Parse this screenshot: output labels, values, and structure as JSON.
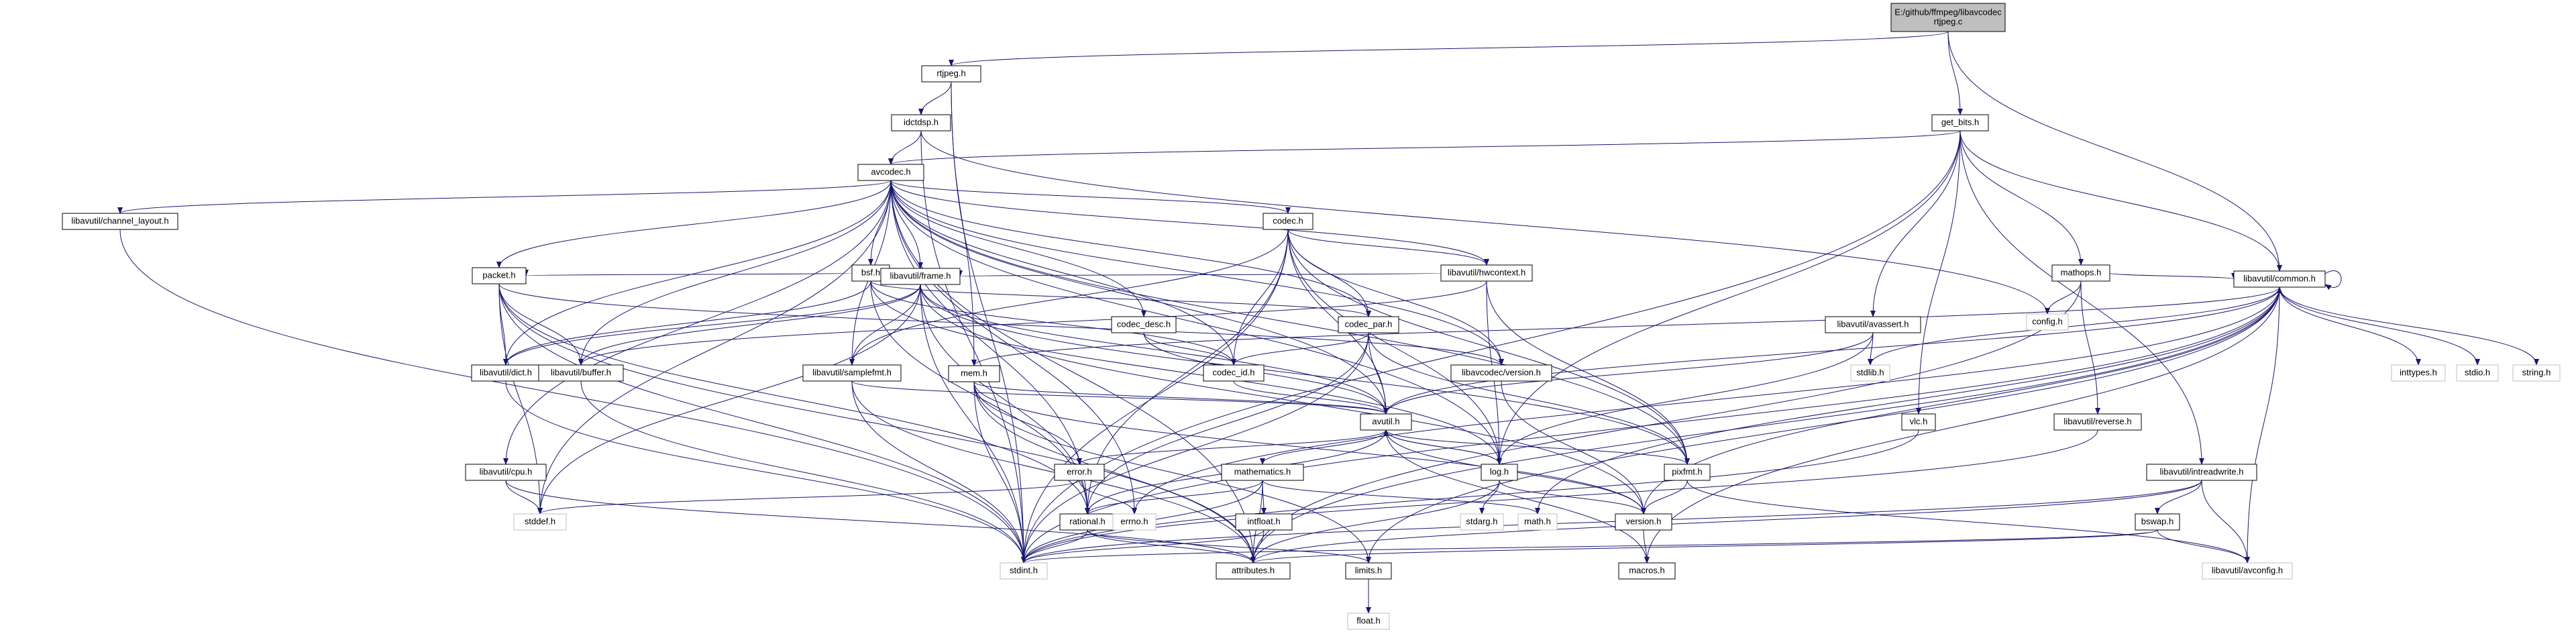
{
  "graph": {
    "title": "E:/github/ffmpeg/libavcodec/rtjpeg.c",
    "root": "rtjpeg_c",
    "nodes": [
      {
        "id": "rtjpeg_c",
        "label": "E:/github/ffmpeg/libavcodec\nrtjpeg.c",
        "kind": "root"
      },
      {
        "id": "rtjpeg_h",
        "label": "rtjpeg.h",
        "kind": "local"
      },
      {
        "id": "get_bits_h",
        "label": "get_bits.h",
        "kind": "local"
      },
      {
        "id": "common_h",
        "label": "libavutil/common.h",
        "kind": "local"
      },
      {
        "id": "idctdsp_h",
        "label": "idctdsp.h",
        "kind": "local"
      },
      {
        "id": "avcodec_h",
        "label": "avcodec.h",
        "kind": "local"
      },
      {
        "id": "chlayout_h",
        "label": "libavutil/channel_layout.h",
        "kind": "local"
      },
      {
        "id": "codec_h",
        "label": "codec.h",
        "kind": "local"
      },
      {
        "id": "hwcontext_h",
        "label": "libavutil/hwcontext.h",
        "kind": "local"
      },
      {
        "id": "bsf_h",
        "label": "bsf.h",
        "kind": "local"
      },
      {
        "id": "codec_desc_h",
        "label": "codec_desc.h",
        "kind": "local"
      },
      {
        "id": "codec_par_h",
        "label": "codec_par.h",
        "kind": "local"
      },
      {
        "id": "packet_h",
        "label": "packet.h",
        "kind": "local"
      },
      {
        "id": "frame_h",
        "label": "libavutil/frame.h",
        "kind": "local"
      },
      {
        "id": "dict_h",
        "label": "libavutil/dict.h",
        "kind": "local"
      },
      {
        "id": "buffer_h",
        "label": "libavutil/buffer.h",
        "kind": "local"
      },
      {
        "id": "samplefmt_h",
        "label": "libavutil/samplefmt.h",
        "kind": "local"
      },
      {
        "id": "mem_h",
        "label": "mem.h",
        "kind": "local"
      },
      {
        "id": "codec_id_h",
        "label": "codec_id.h",
        "kind": "local"
      },
      {
        "id": "lavc_version_h",
        "label": "libavcodec/version.h",
        "kind": "local"
      },
      {
        "id": "avutil_h",
        "label": "avutil.h",
        "kind": "local"
      },
      {
        "id": "error_h",
        "label": "error.h",
        "kind": "local"
      },
      {
        "id": "mathematics_h",
        "label": "mathematics.h",
        "kind": "local"
      },
      {
        "id": "log_h",
        "label": "log.h",
        "kind": "local"
      },
      {
        "id": "pixfmt_h",
        "label": "pixfmt.h",
        "kind": "local"
      },
      {
        "id": "cpu_h",
        "label": "libavutil/cpu.h",
        "kind": "local"
      },
      {
        "id": "rational_h",
        "label": "rational.h",
        "kind": "local"
      },
      {
        "id": "intfloat_h",
        "label": "intfloat.h",
        "kind": "local"
      },
      {
        "id": "version_h",
        "label": "version.h",
        "kind": "local"
      },
      {
        "id": "attributes_h",
        "label": "attributes.h",
        "kind": "local"
      },
      {
        "id": "macros_h",
        "label": "macros.h",
        "kind": "local"
      },
      {
        "id": "limits_h",
        "label": "limits.h",
        "kind": "local"
      },
      {
        "id": "float_h",
        "label": "float.h",
        "kind": "sys"
      },
      {
        "id": "stdint_h",
        "label": "stdint.h",
        "kind": "sys"
      },
      {
        "id": "stddef_h",
        "label": "stddef.h",
        "kind": "sys"
      },
      {
        "id": "errno_h",
        "label": "errno.h",
        "kind": "sys"
      },
      {
        "id": "math_h",
        "label": "math.h",
        "kind": "sys"
      },
      {
        "id": "stdarg_h",
        "label": "stdarg.h",
        "kind": "sys"
      },
      {
        "id": "mathops_h",
        "label": "mathops.h",
        "kind": "local"
      },
      {
        "id": "config_h",
        "label": "config.h",
        "kind": "sys"
      },
      {
        "id": "avassert_h",
        "label": "libavutil/avassert.h",
        "kind": "local"
      },
      {
        "id": "stdlib_h",
        "label": "stdlib.h",
        "kind": "sys"
      },
      {
        "id": "vlc_h",
        "label": "vlc.h",
        "kind": "local"
      },
      {
        "id": "reverse_h",
        "label": "libavutil/reverse.h",
        "kind": "local"
      },
      {
        "id": "intreadwrite_h",
        "label": "libavutil/intreadwrite.h",
        "kind": "local"
      },
      {
        "id": "bswap_h",
        "label": "bswap.h",
        "kind": "local"
      },
      {
        "id": "avconfig_h",
        "label": "libavutil/avconfig.h",
        "kind": "sys"
      },
      {
        "id": "inttypes_h",
        "label": "inttypes.h",
        "kind": "sys"
      },
      {
        "id": "stdio_h",
        "label": "stdio.h",
        "kind": "sys"
      },
      {
        "id": "string_h",
        "label": "string.h",
        "kind": "sys"
      }
    ],
    "edges": [
      [
        "rtjpeg_c",
        "rtjpeg_h"
      ],
      [
        "rtjpeg_c",
        "get_bits_h"
      ],
      [
        "rtjpeg_c",
        "common_h"
      ],
      [
        "rtjpeg_h",
        "stdint_h"
      ],
      [
        "rtjpeg_h",
        "idctdsp_h"
      ],
      [
        "rtjpeg_h",
        "mem_h"
      ],
      [
        "idctdsp_h",
        "config_h"
      ],
      [
        "idctdsp_h",
        "stdint_h"
      ],
      [
        "idctdsp_h",
        "avcodec_h"
      ],
      [
        "avcodec_h",
        "chlayout_h"
      ],
      [
        "avcodec_h",
        "codec_h"
      ],
      [
        "avcodec_h",
        "hwcontext_h"
      ],
      [
        "avcodec_h",
        "bsf_h"
      ],
      [
        "avcodec_h",
        "codec_desc_h"
      ],
      [
        "avcodec_h",
        "codec_par_h"
      ],
      [
        "avcodec_h",
        "packet_h"
      ],
      [
        "avcodec_h",
        "frame_h"
      ],
      [
        "avcodec_h",
        "dict_h"
      ],
      [
        "avcodec_h",
        "buffer_h"
      ],
      [
        "avcodec_h",
        "samplefmt_h"
      ],
      [
        "avcodec_h",
        "codec_id_h"
      ],
      [
        "avcodec_h",
        "lavc_version_h"
      ],
      [
        "avcodec_h",
        "avutil_h"
      ],
      [
        "avcodec_h",
        "cpu_h"
      ],
      [
        "avcodec_h",
        "rational_h"
      ],
      [
        "avcodec_h",
        "log_h"
      ],
      [
        "avcodec_h",
        "pixfmt_h"
      ],
      [
        "avcodec_h",
        "attributes_h"
      ],
      [
        "avcodec_h",
        "errno_h"
      ],
      [
        "avcodec_h",
        "stddef_h"
      ],
      [
        "chlayout_h",
        "stdint_h"
      ],
      [
        "codec_h",
        "samplefmt_h"
      ],
      [
        "codec_h",
        "hwcontext_h"
      ],
      [
        "codec_h",
        "codec_id_h"
      ],
      [
        "codec_h",
        "codec_par_h"
      ],
      [
        "codec_h",
        "avutil_h"
      ],
      [
        "codec_h",
        "rational_h"
      ],
      [
        "codec_h",
        "log_h"
      ],
      [
        "codec_h",
        "pixfmt_h"
      ],
      [
        "codec_h",
        "stdint_h"
      ],
      [
        "codec_h",
        "lavc_version_h"
      ],
      [
        "hwcontext_h",
        "buffer_h"
      ],
      [
        "hwcontext_h",
        "frame_h"
      ],
      [
        "hwcontext_h",
        "log_h"
      ],
      [
        "hwcontext_h",
        "pixfmt_h"
      ],
      [
        "bsf_h",
        "packet_h"
      ],
      [
        "bsf_h",
        "dict_h"
      ],
      [
        "bsf_h",
        "codec_id_h"
      ],
      [
        "bsf_h",
        "codec_par_h"
      ],
      [
        "bsf_h",
        "log_h"
      ],
      [
        "bsf_h",
        "rational_h"
      ],
      [
        "codec_desc_h",
        "codec_id_h"
      ],
      [
        "codec_desc_h",
        "avutil_h"
      ],
      [
        "codec_par_h",
        "codec_id_h"
      ],
      [
        "codec_par_h",
        "avutil_h"
      ],
      [
        "codec_par_h",
        "rational_h"
      ],
      [
        "codec_par_h",
        "pixfmt_h"
      ],
      [
        "codec_par_h",
        "stdint_h"
      ],
      [
        "packet_h",
        "dict_h"
      ],
      [
        "packet_h",
        "buffer_h"
      ],
      [
        "packet_h",
        "lavc_version_h"
      ],
      [
        "packet_h",
        "attributes_h"
      ],
      [
        "packet_h",
        "rational_h"
      ],
      [
        "packet_h",
        "stddef_h"
      ],
      [
        "packet_h",
        "stdint_h"
      ],
      [
        "frame_h",
        "dict_h"
      ],
      [
        "frame_h",
        "buffer_h"
      ],
      [
        "frame_h",
        "samplefmt_h"
      ],
      [
        "frame_h",
        "avutil_h"
      ],
      [
        "frame_h",
        "rational_h"
      ],
      [
        "frame_h",
        "pixfmt_h"
      ],
      [
        "frame_h",
        "stddef_h"
      ],
      [
        "frame_h",
        "stdint_h"
      ],
      [
        "frame_h",
        "version_h"
      ],
      [
        "dict_h",
        "stdint_h"
      ],
      [
        "buffer_h",
        "stdint_h"
      ],
      [
        "samplefmt_h",
        "avutil_h"
      ],
      [
        "samplefmt_h",
        "attributes_h"
      ],
      [
        "samplefmt_h",
        "stdint_h"
      ],
      [
        "mem_h",
        "avutil_h"
      ],
      [
        "mem_h",
        "error_h"
      ],
      [
        "mem_h",
        "attributes_h"
      ],
      [
        "mem_h",
        "limits_h"
      ],
      [
        "mem_h",
        "stdint_h"
      ],
      [
        "mem_h",
        "version_h"
      ],
      [
        "codec_id_h",
        "avutil_h"
      ],
      [
        "lavc_version_h",
        "version_h"
      ],
      [
        "avutil_h",
        "error_h"
      ],
      [
        "avutil_h",
        "mathematics_h"
      ],
      [
        "avutil_h",
        "log_h"
      ],
      [
        "avutil_h",
        "pixfmt_h"
      ],
      [
        "avutil_h",
        "rational_h"
      ],
      [
        "avutil_h",
        "version_h"
      ],
      [
        "avutil_h",
        "macros_h"
      ],
      [
        "avutil_h",
        "common_h"
      ],
      [
        "error_h",
        "errno_h"
      ],
      [
        "error_h",
        "stddef_h"
      ],
      [
        "mathematics_h",
        "rational_h"
      ],
      [
        "mathematics_h",
        "intfloat_h"
      ],
      [
        "mathematics_h",
        "attributes_h"
      ],
      [
        "mathematics_h",
        "math_h"
      ],
      [
        "mathematics_h",
        "stdint_h"
      ],
      [
        "log_h",
        "stdarg_h"
      ],
      [
        "log_h",
        "avutil_h"
      ],
      [
        "log_h",
        "attributes_h"
      ],
      [
        "log_h",
        "version_h"
      ],
      [
        "pixfmt_h",
        "version_h"
      ],
      [
        "pixfmt_h",
        "avconfig_h"
      ],
      [
        "cpu_h",
        "stddef_h"
      ],
      [
        "cpu_h",
        "attributes_h"
      ],
      [
        "rational_h",
        "stdint_h"
      ],
      [
        "rational_h",
        "limits_h"
      ],
      [
        "rational_h",
        "attributes_h"
      ],
      [
        "intfloat_h",
        "stdint_h"
      ],
      [
        "intfloat_h",
        "attributes_h"
      ],
      [
        "version_h",
        "macros_h"
      ],
      [
        "limits_h",
        "float_h"
      ],
      [
        "get_bits_h",
        "avcodec_h"
      ],
      [
        "get_bits_h",
        "mathops_h"
      ],
      [
        "get_bits_h",
        "avassert_h"
      ],
      [
        "get_bits_h",
        "vlc_h"
      ],
      [
        "get_bits_h",
        "intreadwrite_h"
      ],
      [
        "get_bits_h",
        "log_h"
      ],
      [
        "get_bits_h",
        "stdint_h"
      ],
      [
        "get_bits_h",
        "common_h"
      ],
      [
        "mathops_h",
        "config_h"
      ],
      [
        "mathops_h",
        "common_h"
      ],
      [
        "mathops_h",
        "reverse_h"
      ],
      [
        "mathops_h",
        "attributes_h"
      ],
      [
        "avassert_h",
        "stdlib_h"
      ],
      [
        "avassert_h",
        "avutil_h"
      ],
      [
        "avassert_h",
        "log_h"
      ],
      [
        "vlc_h",
        "stdint_h"
      ],
      [
        "reverse_h",
        "stdint_h"
      ],
      [
        "intreadwrite_h",
        "bswap_h"
      ],
      [
        "intreadwrite_h",
        "avconfig_h"
      ],
      [
        "intreadwrite_h",
        "attributes_h"
      ],
      [
        "intreadwrite_h",
        "stdint_h"
      ],
      [
        "bswap_h",
        "avconfig_h"
      ],
      [
        "bswap_h",
        "attributes_h"
      ],
      [
        "bswap_h",
        "stdint_h"
      ],
      [
        "common_h",
        "errno_h"
      ],
      [
        "common_h",
        "inttypes_h"
      ],
      [
        "common_h",
        "limits_h"
      ],
      [
        "common_h",
        "math_h"
      ],
      [
        "common_h",
        "stdint_h"
      ],
      [
        "common_h",
        "stdio_h"
      ],
      [
        "common_h",
        "stdlib_h"
      ],
      [
        "common_h",
        "string_h"
      ],
      [
        "common_h",
        "attributes_h"
      ],
      [
        "common_h",
        "macros_h"
      ],
      [
        "common_h",
        "version_h"
      ],
      [
        "common_h",
        "avconfig_h"
      ],
      [
        "common_h",
        "mem_h"
      ],
      [
        "common_h",
        "common_h"
      ]
    ]
  }
}
